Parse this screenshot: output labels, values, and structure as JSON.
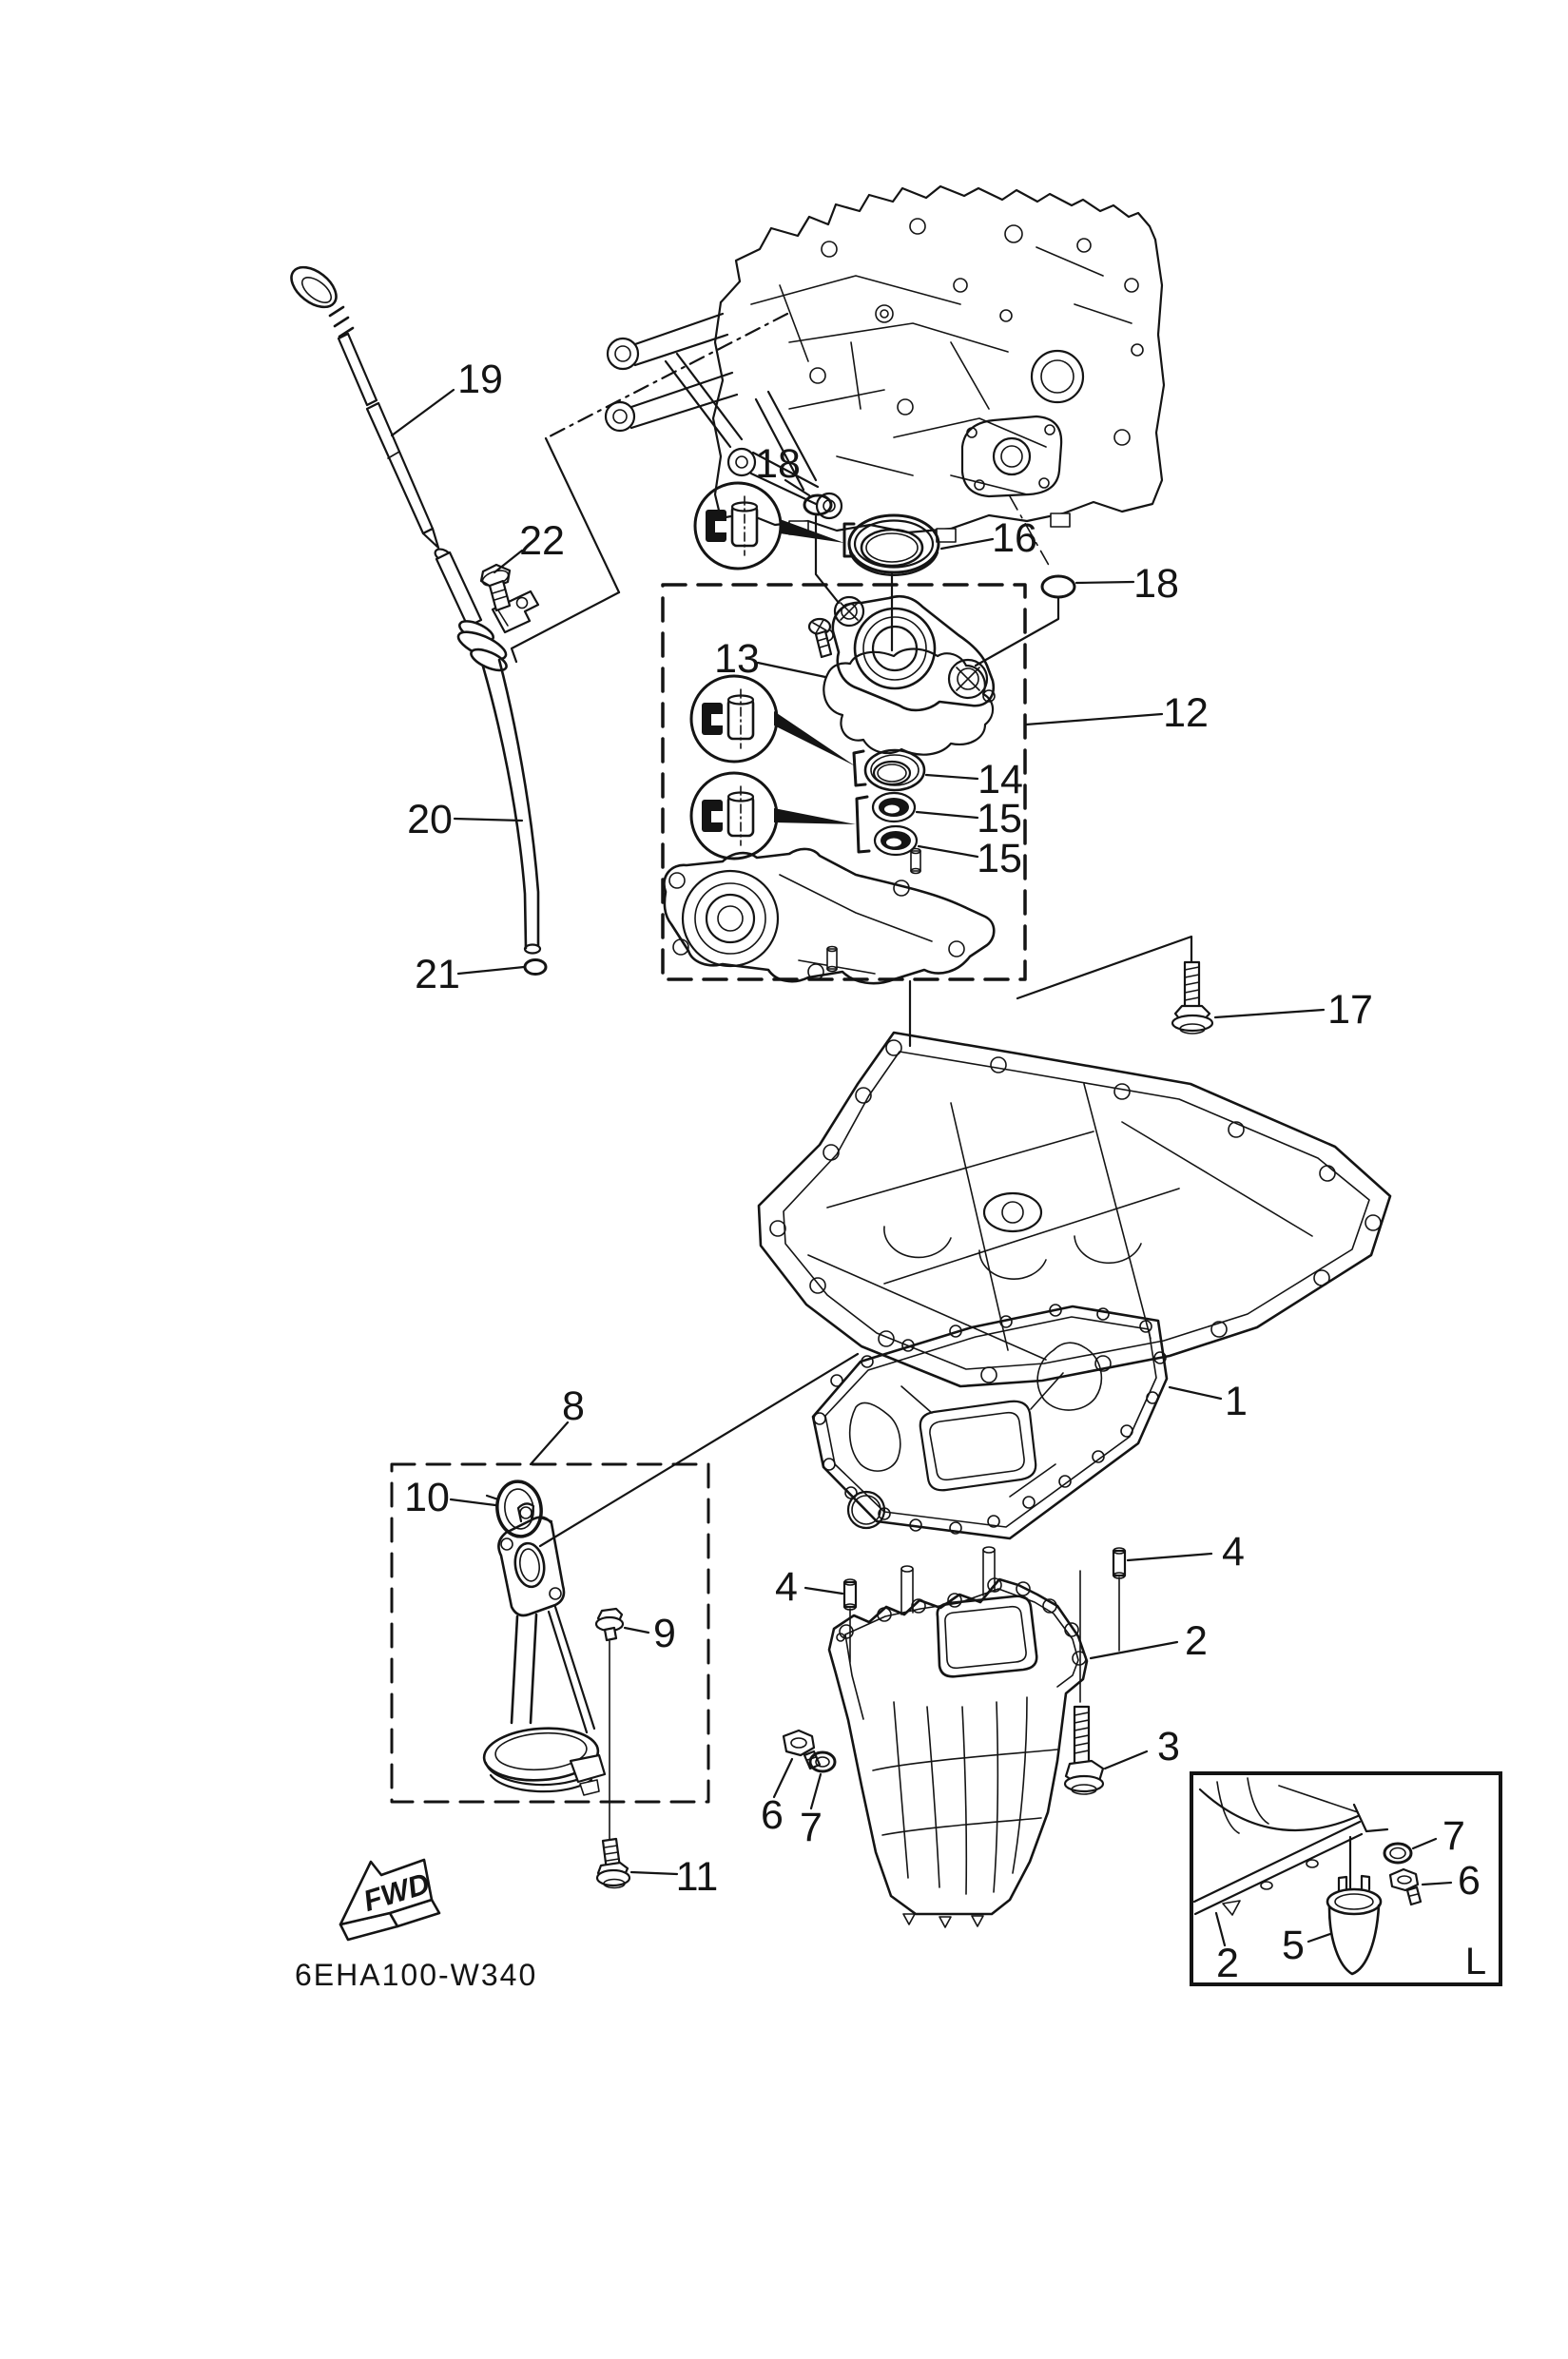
{
  "page": {
    "background": "#ffffff",
    "ink": "#141414"
  },
  "drawing_code": "6EHA100-W340",
  "fwd_arrow": {
    "label": "FWD"
  },
  "inset": {
    "corner_letter": "L"
  },
  "callouts": {
    "1": "1",
    "2": "2",
    "3": "3",
    "4L": "4",
    "4R": "4",
    "6": "6",
    "7": "7",
    "8": "8",
    "9": "9",
    "10": "10",
    "11": "11",
    "12": "12",
    "13": "13",
    "14": "14",
    "15a": "15",
    "15b": "15",
    "16": "16",
    "17": "17",
    "18a": "18",
    "18b": "18",
    "19": "19",
    "20": "20",
    "21": "21",
    "22": "22",
    "inset2": "2",
    "inset5": "5",
    "inset6": "6",
    "inset7": "7"
  }
}
